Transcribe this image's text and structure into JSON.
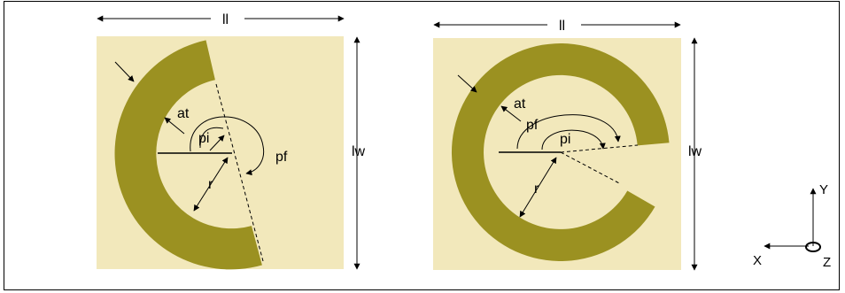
{
  "colors": {
    "substrate": "#f2e8bb",
    "ring": "#9b9121",
    "line": "#000000",
    "background": "#ffffff"
  },
  "icons": [
    "arrow-icon",
    "axis-origin-icon"
  ],
  "left_panel": {
    "ll_label": "ll",
    "lw_label": "lw",
    "at_label": "at",
    "pi_label": "pi",
    "pf_label": "pf",
    "r_label": "r"
  },
  "right_panel": {
    "ll_label": "ll",
    "lw_label": "lw",
    "at_label": "at",
    "pi_label": "pi",
    "pf_label": "pf",
    "r_label": "r"
  },
  "axes": {
    "y_label": "Y",
    "x_label": "X",
    "z_label": "Z"
  }
}
